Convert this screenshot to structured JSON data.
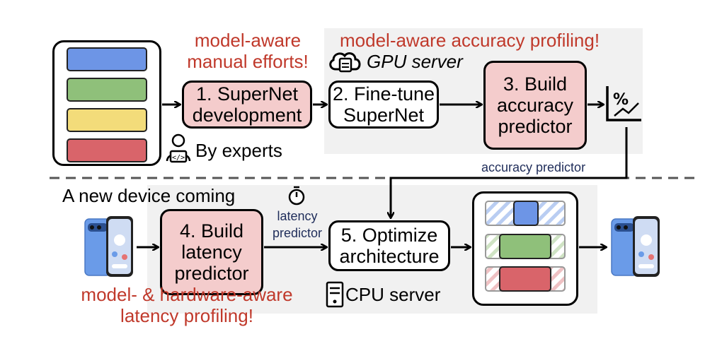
{
  "annotations": {
    "model_aware_manual": "model-aware\nmanual efforts!",
    "model_aware_accuracy": "model-aware accuracy profiling!",
    "gpu_server": "GPU server",
    "by_experts": "By experts",
    "accuracy_predictor_edge": "accuracy predictor",
    "new_device": "A new device coming",
    "latency_predictor_edge": "latency\npredictor",
    "cpu_server": "CPU server",
    "hardware_aware": "model- & hardware-aware\nlatency profiling!"
  },
  "steps": {
    "s1": "1. SuperNet\ndevelopment",
    "s2": "2. Fine-tune\nSuperNet",
    "s3": "3. Build\naccuracy\npredictor",
    "s4": "4. Build\nlatency\npredictor",
    "s5": "5. Optimize\narchitecture"
  },
  "colors": {
    "blue": "#6d95e6",
    "green": "#8fc07a",
    "yellow": "#f3dc7a",
    "red": "#d9646a",
    "pink": "#f4cccc",
    "annotation_red": "#c0392b",
    "panel_gray": "#f1f1f1"
  }
}
